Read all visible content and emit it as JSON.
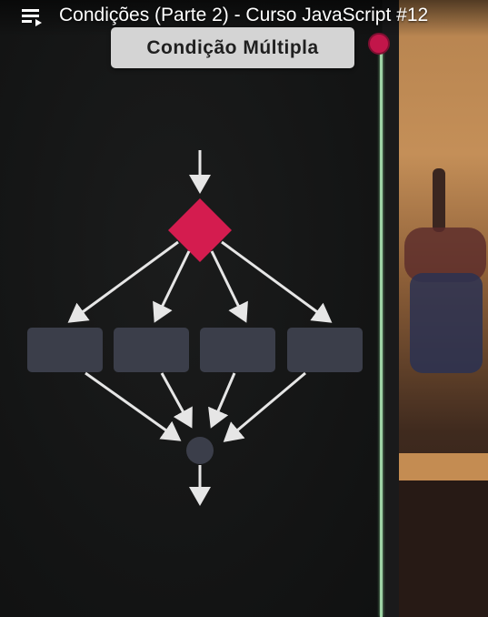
{
  "header": {
    "title": "Condições (Parte 2) - Curso JavaScript #12",
    "playlist_icon": "playlist-icon"
  },
  "slide": {
    "label": "Condição Múltipla",
    "recording_indicator_icon": "record-dot-icon"
  },
  "diagram": {
    "decision_color": "#d41c4f",
    "box_color": "#3b3e4a",
    "merge_color": "#3b3e4a",
    "arrow_color": "#e6e6e6",
    "box_count": 4
  }
}
